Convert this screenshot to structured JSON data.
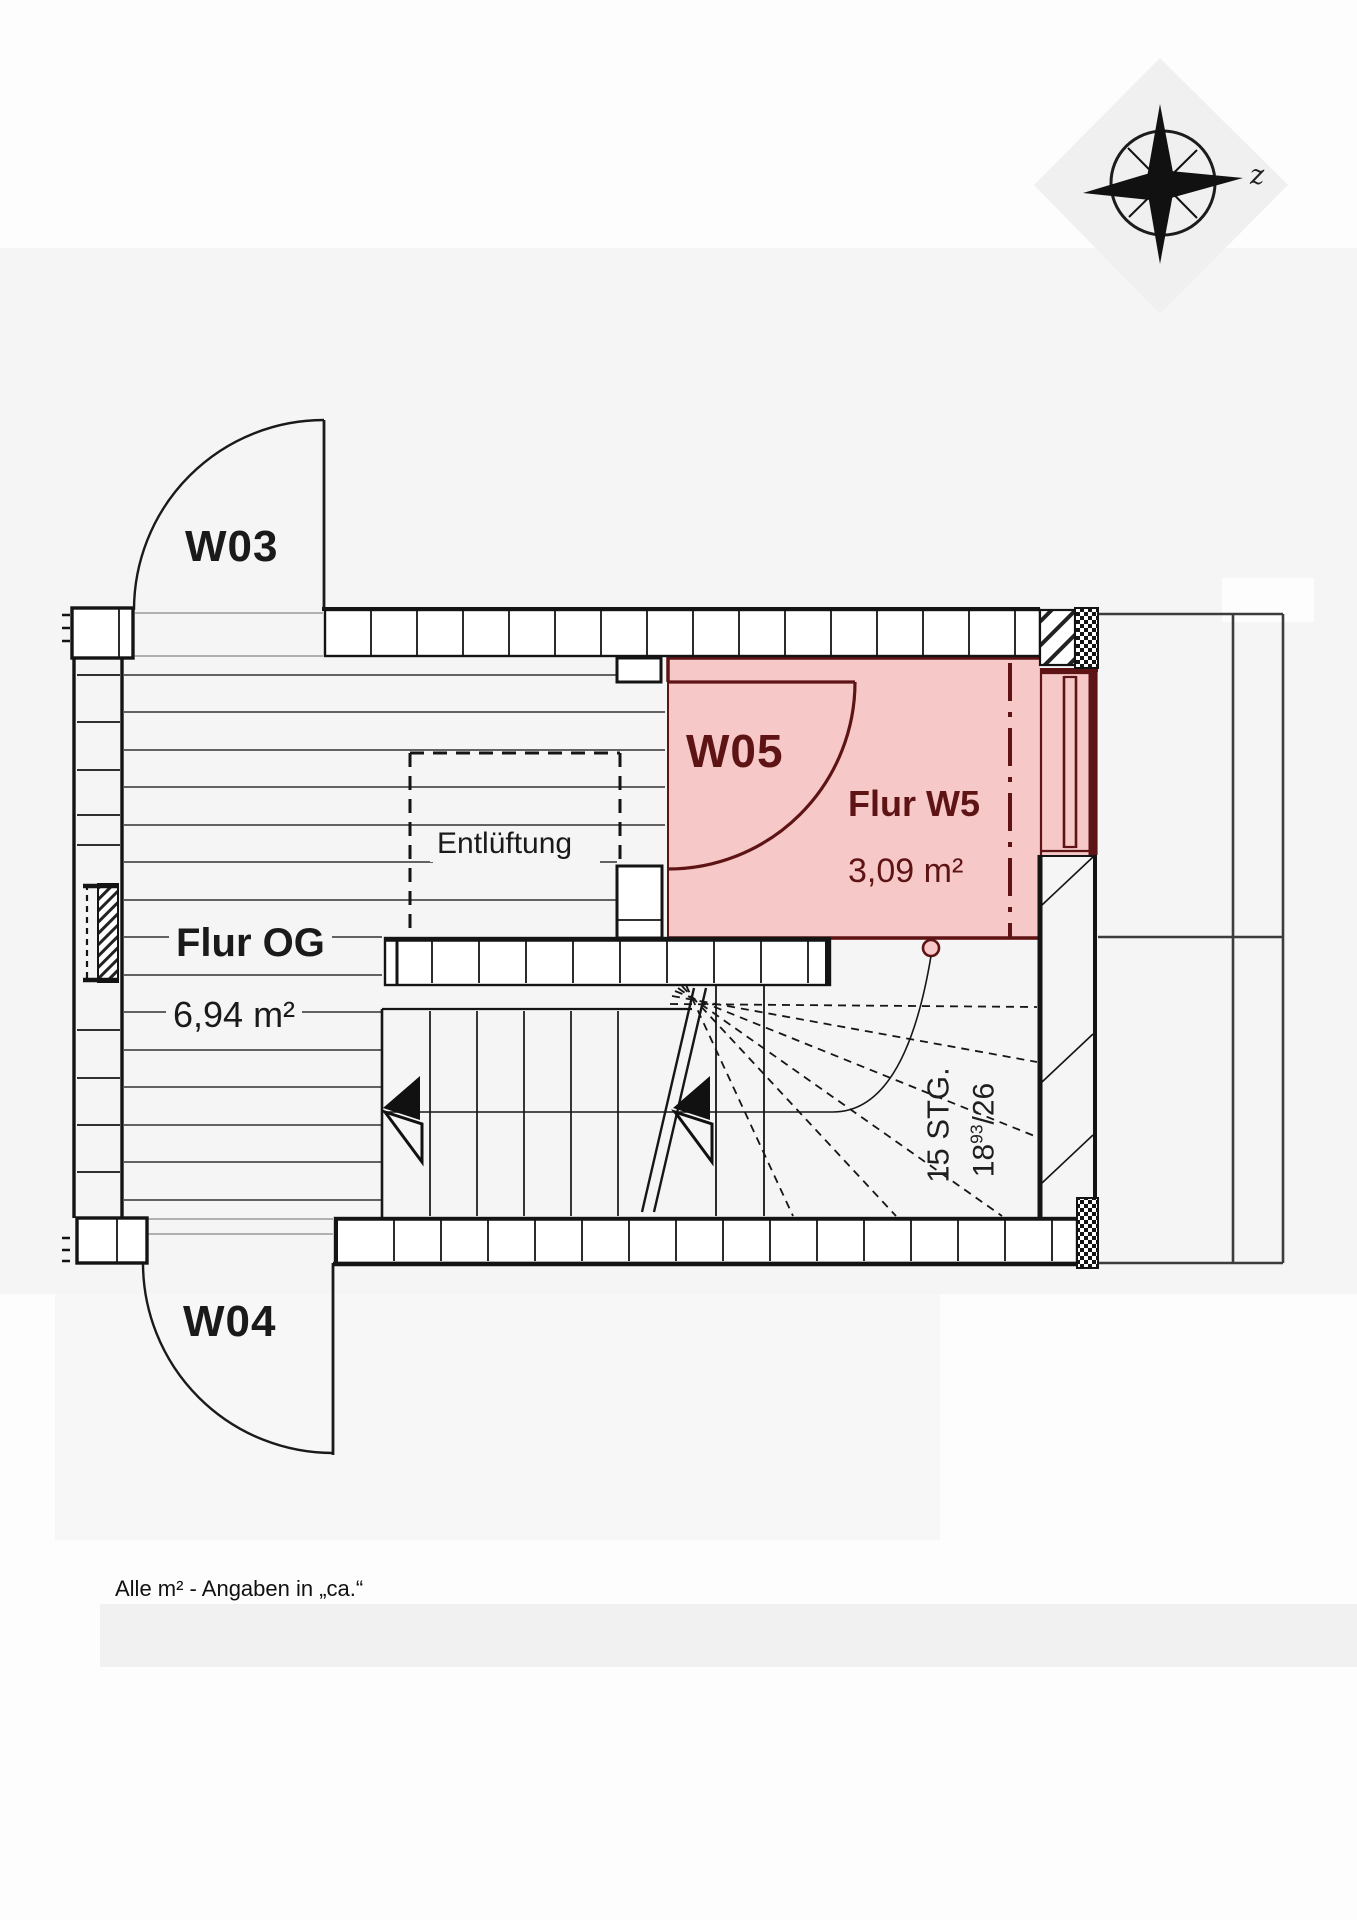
{
  "plan": {
    "rooms": {
      "w03": "W03",
      "w04": "W04",
      "w05": "W05",
      "flur_w5": {
        "name": "Flur W5",
        "area": "3,09 m²"
      },
      "flur_og": {
        "name": "Flur OG",
        "area": "6,94 m²"
      },
      "entlueftung": "Entlüftung"
    },
    "stairs": {
      "steps_label": "15 STG.",
      "ratio_base": "18",
      "ratio_sup": "93",
      "ratio_rest": "/26"
    },
    "compass": {
      "label": "z"
    },
    "colors": {
      "highlight_fill": "#f6c8c8",
      "highlight_stroke": "#5e1414",
      "wall": "#141414",
      "neighbor_outline": "#3c3c3c",
      "canvas": "#f5f5f5"
    }
  },
  "footer": {
    "note": "Alle m² - Angaben in „ca.“"
  }
}
